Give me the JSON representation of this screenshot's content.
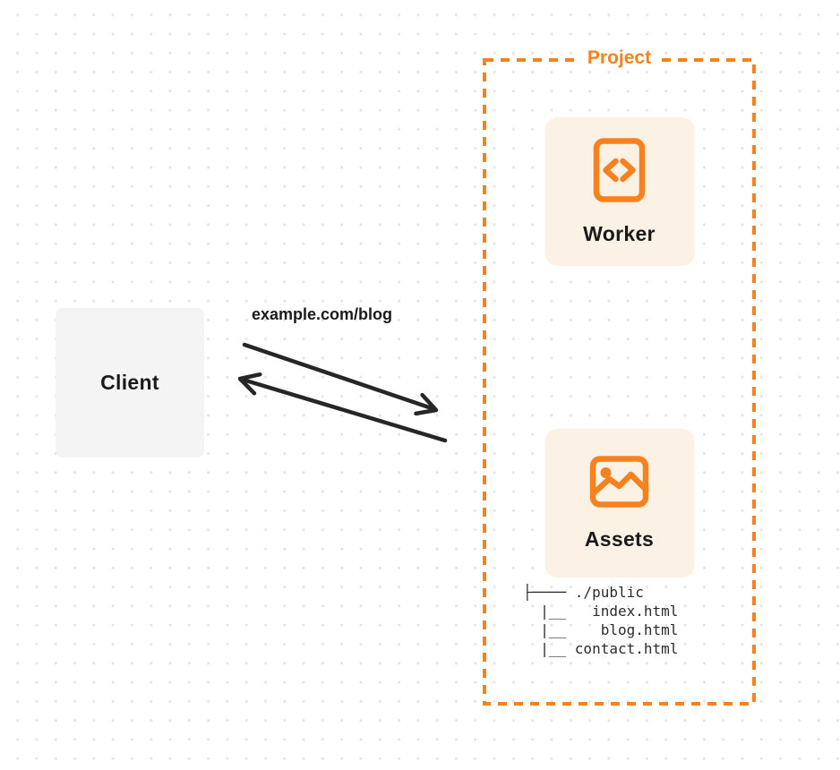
{
  "theme": {
    "accent_orange": "#F6821F",
    "card_background": "#FBF1E4",
    "client_background": "#F4F4F5",
    "text_dark": "#1A1A1C",
    "arrow_color": "#262626",
    "tree_text_color": "#2C2C2E",
    "background_dot_color": "#E3E3E3"
  },
  "client": {
    "label": "Client"
  },
  "request": {
    "url_label": "example.com/blog"
  },
  "arrows": {
    "request_arrow": "client-to-project",
    "response_arrow": "project-to-client"
  },
  "project": {
    "title": "Project",
    "nodes": [
      {
        "label": "Worker",
        "icon": "code-file-icon"
      },
      {
        "label": "Assets",
        "icon": "image-icon"
      }
    ],
    "file_tree": {
      "lines": [
        "├──── ./public",
        "  |__   index.html",
        "  |__    blog.html",
        "  |__ contact.html"
      ]
    }
  }
}
